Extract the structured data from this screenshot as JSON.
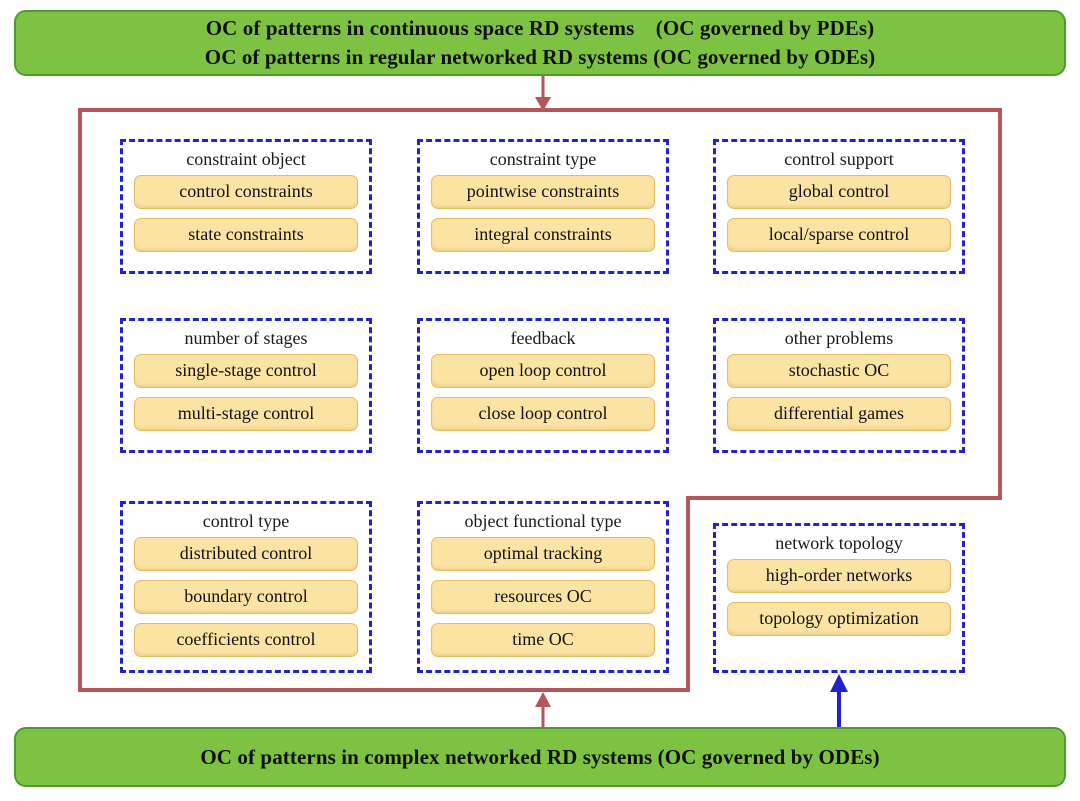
{
  "diagram": {
    "title_top_lines": [
      "OC of patterns in continuous space RD systems    (OC governed by PDEs)",
      "OC of patterns in regular networked RD systems (OC governed by ODEs)"
    ],
    "title_bottom": "OC of patterns in complex networked RD systems (OC governed by ODEs)",
    "colors": {
      "banner_fill": "#7DC242",
      "banner_border": "#4E9A2F",
      "group_border": "#2222CC",
      "item_fill": "#FBE3A4",
      "item_border": "#E3BE63",
      "container_border": "#B5565A",
      "arrow_red": "#B5565A",
      "arrow_blue": "#2222CC"
    },
    "groups": [
      {
        "title": "constraint object",
        "items": [
          "control constraints",
          "state constraints"
        ]
      },
      {
        "title": "constraint type",
        "items": [
          "pointwise constraints",
          "integral constraints"
        ]
      },
      {
        "title": "control support",
        "items": [
          "global control",
          "local/sparse control"
        ]
      },
      {
        "title": "number of stages",
        "items": [
          "single-stage control",
          "multi-stage control"
        ]
      },
      {
        "title": "feedback",
        "items": [
          "open loop control",
          "close loop control"
        ]
      },
      {
        "title": "other problems",
        "items": [
          "stochastic OC",
          "differential games"
        ]
      },
      {
        "title": "control type",
        "items": [
          "distributed control",
          "boundary control",
          "coefficients control"
        ]
      },
      {
        "title": "object functional type",
        "items": [
          "optimal tracking",
          "resources OC",
          "time OC"
        ]
      },
      {
        "title": "network topology",
        "items": [
          "high-order networks",
          "topology optimization"
        ]
      }
    ],
    "arrows": [
      {
        "name": "top-banner-down-arrow",
        "color": "#B5565A"
      },
      {
        "name": "bottom-banner-up-arrow",
        "color": "#B5565A"
      },
      {
        "name": "network-topology-up-arrow",
        "color": "#2222CC"
      }
    ]
  }
}
